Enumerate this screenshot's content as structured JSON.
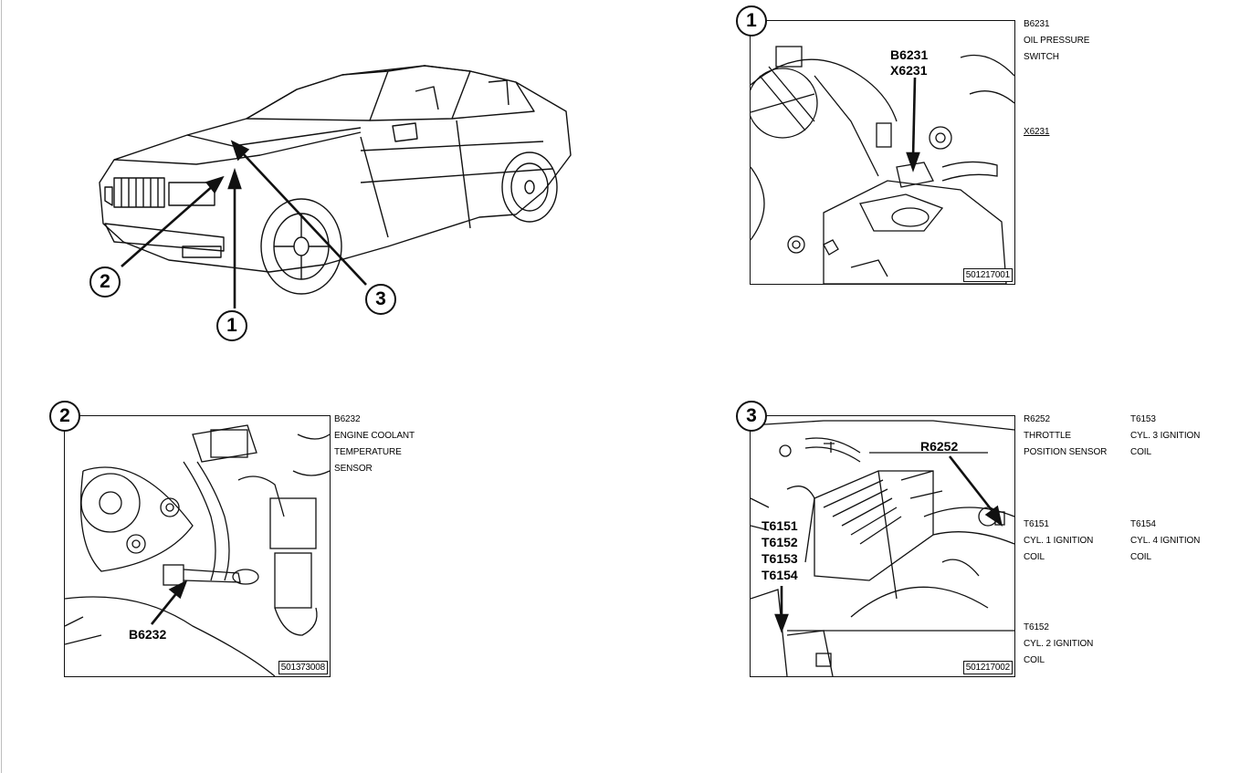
{
  "overview": {
    "callout_1": "1",
    "callout_2": "2",
    "callout_3": "3"
  },
  "panel_1": {
    "number": "1",
    "labels": [
      "B6231",
      "X6231"
    ],
    "part_number": "501217001",
    "legend": [
      {
        "code": "B6231",
        "lines": [
          "OIL PRESSURE",
          "SWITCH"
        ]
      },
      {
        "code": "X6231",
        "lines": []
      }
    ]
  },
  "panel_2": {
    "number": "2",
    "labels": [
      "B6232"
    ],
    "part_number": "501373008",
    "legend": [
      {
        "code": "B6232",
        "lines": [
          "ENGINE COOLANT",
          "TEMPERATURE",
          "SENSOR"
        ]
      }
    ]
  },
  "panel_3": {
    "number": "3",
    "label_r": "R6252",
    "labels_t": [
      "T6151",
      "T6152",
      "T6153",
      "T6154"
    ],
    "part_number": "501217002",
    "legend": [
      {
        "code": "R6252",
        "lines": [
          "THROTTLE",
          "POSITION SENSOR"
        ]
      },
      {
        "code": "T6153",
        "lines": [
          "CYL. 3 IGNITION",
          "COIL"
        ]
      },
      {
        "code": "T6151",
        "lines": [
          "CYL. 1 IGNITION",
          "COIL"
        ]
      },
      {
        "code": "T6154",
        "lines": [
          "CYL. 4 IGNITION",
          "COIL"
        ]
      },
      {
        "code": "T6152",
        "lines": [
          "CYL. 2 IGNITION",
          "COIL"
        ]
      }
    ]
  }
}
